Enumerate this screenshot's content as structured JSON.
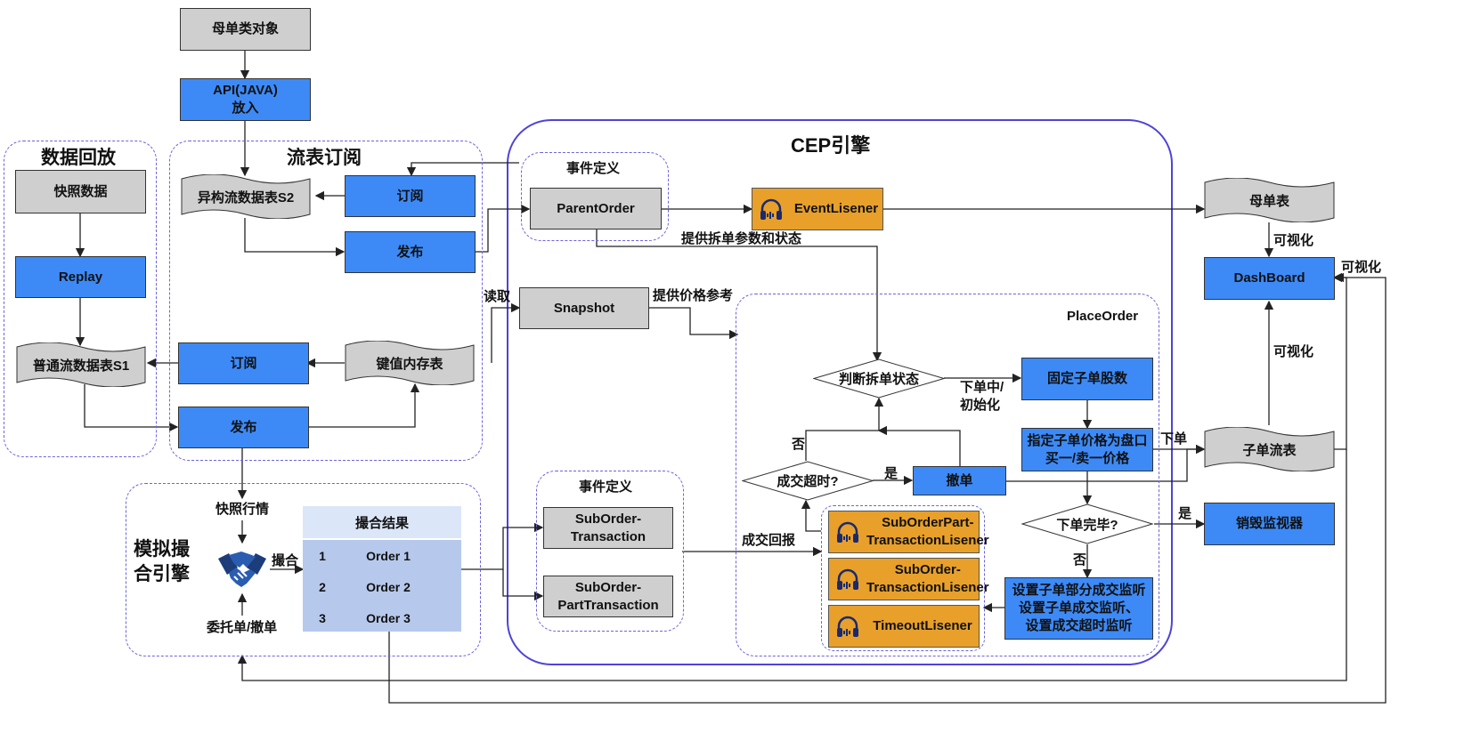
{
  "title_cep": "CEP引擎",
  "groups": {
    "replay": "数据回放",
    "stream": "流表订阅",
    "sim": "模拟撮\n合引擎",
    "event_def_1": "事件定义",
    "event_def_2": "事件定义",
    "place_order": "PlaceOrder"
  },
  "boxes": {
    "parent_obj": "母单类对象",
    "api": "API(JAVA)\n放入",
    "snapshot_data": "快照数据",
    "replay": "Replay",
    "subscribe_top": "订阅",
    "publish_top": "发布",
    "subscribe_mid": "订阅",
    "publish_mid": "发布",
    "parent_order": "ParentOrder",
    "snapshot": "Snapshot",
    "sub_tx": "SubOrder-\nTransaction",
    "sub_part_tx": "SubOrder-\nPartTransaction",
    "fixed_shares": "固定子单股数",
    "set_price": "指定子单价格为盘口\n买一/卖一价格",
    "cancel": "撤单",
    "set_monitor": "设置子单部分成交监听\n设置子单成交监听、\n设置成交超时监听",
    "dashboard": "DashBoard",
    "destroy_monitor": "销毁监视器"
  },
  "listeners": {
    "event": "EventLisener",
    "part_tx": "SubOrderPart-\nTransactionLisener",
    "tx": "SubOrder-\nTransactionLisener",
    "timeout": "TimeoutLisener"
  },
  "tables": {
    "hetero": "异构流数据表S2",
    "normal": "普通流数据表S1",
    "kv": "键值内存表",
    "parent_table": "母单表",
    "child_table": "子单流表"
  },
  "decisions": {
    "split_state": "判断拆单状态",
    "timeout": "成交超时?",
    "done": "下单完毕?"
  },
  "labels": {
    "provide_params": "提供拆单参数和状态",
    "read": "读取",
    "provide_price": "提供价格参考",
    "ordering_init": "下单中/\n初始化",
    "no_1": "否",
    "yes_1": "是",
    "trade_report": "成交回报",
    "place": "下单",
    "yes_2": "是",
    "no_2": "否",
    "viz_1": "可视化",
    "viz_2": "可视化",
    "viz_3": "可视化",
    "quote": "快照行情",
    "match": "撮合",
    "entrust": "委托单/撤单"
  },
  "match_table": {
    "header": "撮合结果",
    "rows": [
      {
        "idx": "1",
        "order": "Order 1"
      },
      {
        "idx": "2",
        "order": "Order 2"
      },
      {
        "idx": "3",
        "order": "Order 3"
      }
    ]
  },
  "colors": {
    "blue": "#3d8af7",
    "gray": "#cfcfcf",
    "orange": "#e8a02b",
    "border_purple": "#4d44d8"
  }
}
